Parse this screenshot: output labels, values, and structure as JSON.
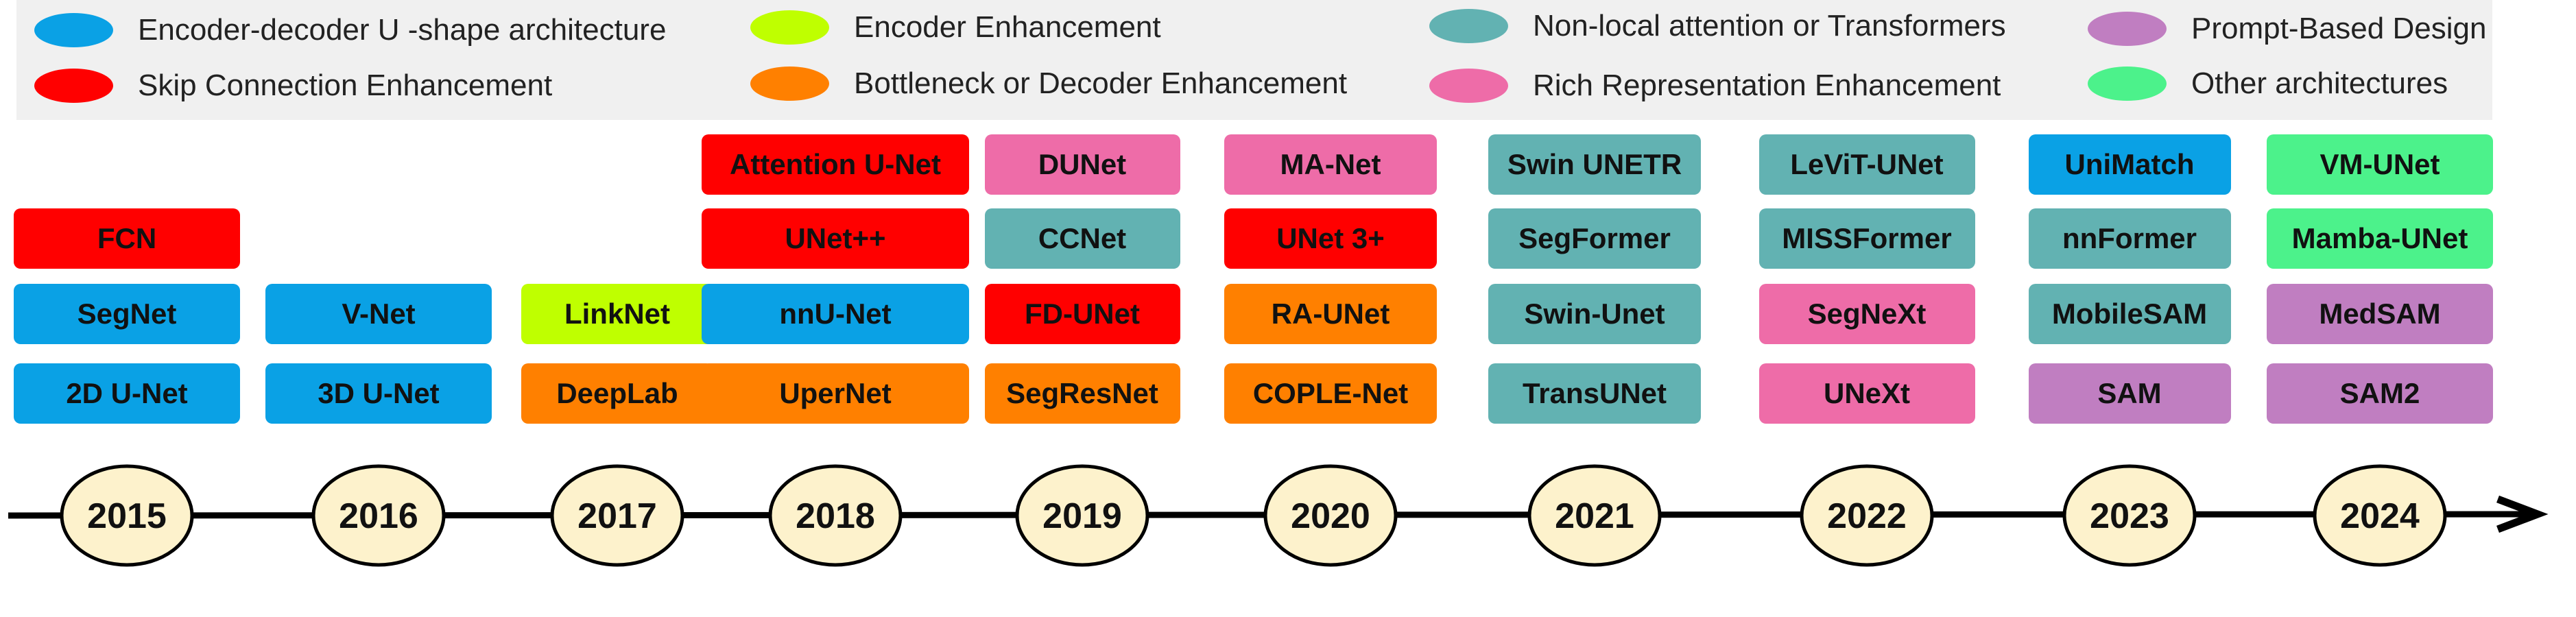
{
  "colors": {
    "encdec": "#0aa1e5",
    "skip": "#ff0000",
    "enc": "#bfff00",
    "bottleneck": "#ff8000",
    "nonlocal": "#62b2b2",
    "rich": "#ee6ca8",
    "prompt": "#c07ec1",
    "other": "#4cf28b"
  },
  "legend": [
    {
      "key": "encdec",
      "label": "Encoder-decoder U -shape architecture"
    },
    {
      "key": "skip",
      "label": "Skip Connection Enhancement"
    },
    {
      "key": "enc",
      "label": "Encoder Enhancement"
    },
    {
      "key": "bottleneck",
      "label": "Bottleneck or Decoder Enhancement"
    },
    {
      "key": "nonlocal",
      "label": "Non-local attention or Transformers"
    },
    {
      "key": "rich",
      "label": "Rich Representation Enhancement"
    },
    {
      "key": "prompt",
      "label": "Prompt-Based Design"
    },
    {
      "key": "other",
      "label": "Other architectures"
    }
  ],
  "years": [
    {
      "year": "2015",
      "models": [
        {
          "name": "FCN",
          "cat": "skip"
        },
        {
          "name": "SegNet",
          "cat": "encdec"
        },
        {
          "name": "2D U-Net",
          "cat": "encdec"
        }
      ]
    },
    {
      "year": "2016",
      "models": [
        {
          "name": "V-Net",
          "cat": "encdec"
        },
        {
          "name": "3D U-Net",
          "cat": "encdec"
        }
      ]
    },
    {
      "year": "2017",
      "models": [
        {
          "name": "LinkNet",
          "cat": "enc"
        },
        {
          "name": "DeepLab",
          "cat": "bottleneck"
        }
      ]
    },
    {
      "year": "2018",
      "models": [
        {
          "name": "Attention U-Net",
          "cat": "skip"
        },
        {
          "name": "UNet++",
          "cat": "skip"
        },
        {
          "name": "nnU-Net",
          "cat": "encdec"
        },
        {
          "name": "UperNet",
          "cat": "bottleneck"
        }
      ]
    },
    {
      "year": "2019",
      "models": [
        {
          "name": "DUNet",
          "cat": "rich"
        },
        {
          "name": "CCNet",
          "cat": "nonlocal"
        },
        {
          "name": "FD-UNet",
          "cat": "skip"
        },
        {
          "name": "SegResNet",
          "cat": "bottleneck"
        }
      ]
    },
    {
      "year": "2020",
      "models": [
        {
          "name": "MA-Net",
          "cat": "rich"
        },
        {
          "name": "UNet 3+",
          "cat": "skip"
        },
        {
          "name": "RA-UNet",
          "cat": "bottleneck"
        },
        {
          "name": "COPLE-Net",
          "cat": "bottleneck"
        }
      ]
    },
    {
      "year": "2021",
      "models": [
        {
          "name": "Swin UNETR",
          "cat": "nonlocal"
        },
        {
          "name": "SegFormer",
          "cat": "nonlocal"
        },
        {
          "name": "Swin-Unet",
          "cat": "nonlocal"
        },
        {
          "name": "TransUNet",
          "cat": "nonlocal"
        }
      ]
    },
    {
      "year": "2022",
      "models": [
        {
          "name": "LeViT-UNet",
          "cat": "nonlocal"
        },
        {
          "name": "MISSFormer",
          "cat": "nonlocal"
        },
        {
          "name": "SegNeXt",
          "cat": "rich"
        },
        {
          "name": "UNeXt",
          "cat": "rich"
        }
      ]
    },
    {
      "year": "2023",
      "models": [
        {
          "name": "UniMatch",
          "cat": "encdec"
        },
        {
          "name": "nnFormer",
          "cat": "nonlocal"
        },
        {
          "name": "MobileSAM",
          "cat": "nonlocal"
        },
        {
          "name": "SAM",
          "cat": "prompt"
        }
      ]
    },
    {
      "year": "2024",
      "models": [
        {
          "name": "VM-UNet",
          "cat": "other"
        },
        {
          "name": "Mamba-UNet",
          "cat": "other"
        },
        {
          "name": "MedSAM",
          "cat": "prompt"
        },
        {
          "name": "SAM2",
          "cat": "prompt"
        }
      ]
    }
  ]
}
